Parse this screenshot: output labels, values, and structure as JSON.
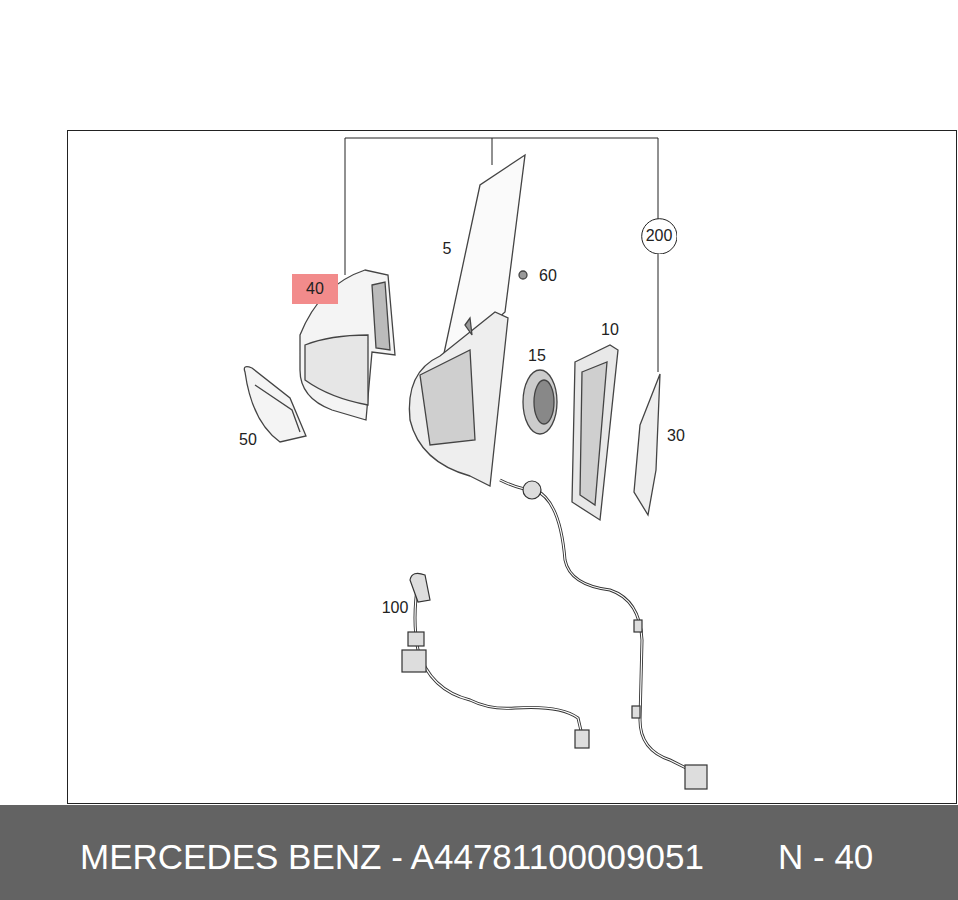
{
  "diagram": {
    "nodes": [
      {
        "text": [
          "200"
        ]
      },
      {
        "text": [
          "40"
        ]
      },
      {
        "text": [
          "MERCEDES BENZ - A44781100009051",
          "N - 40"
        ]
      }
    ],
    "labels": [
      "5",
      "60",
      "15",
      "10",
      "30",
      "50",
      "100"
    ]
  }
}
